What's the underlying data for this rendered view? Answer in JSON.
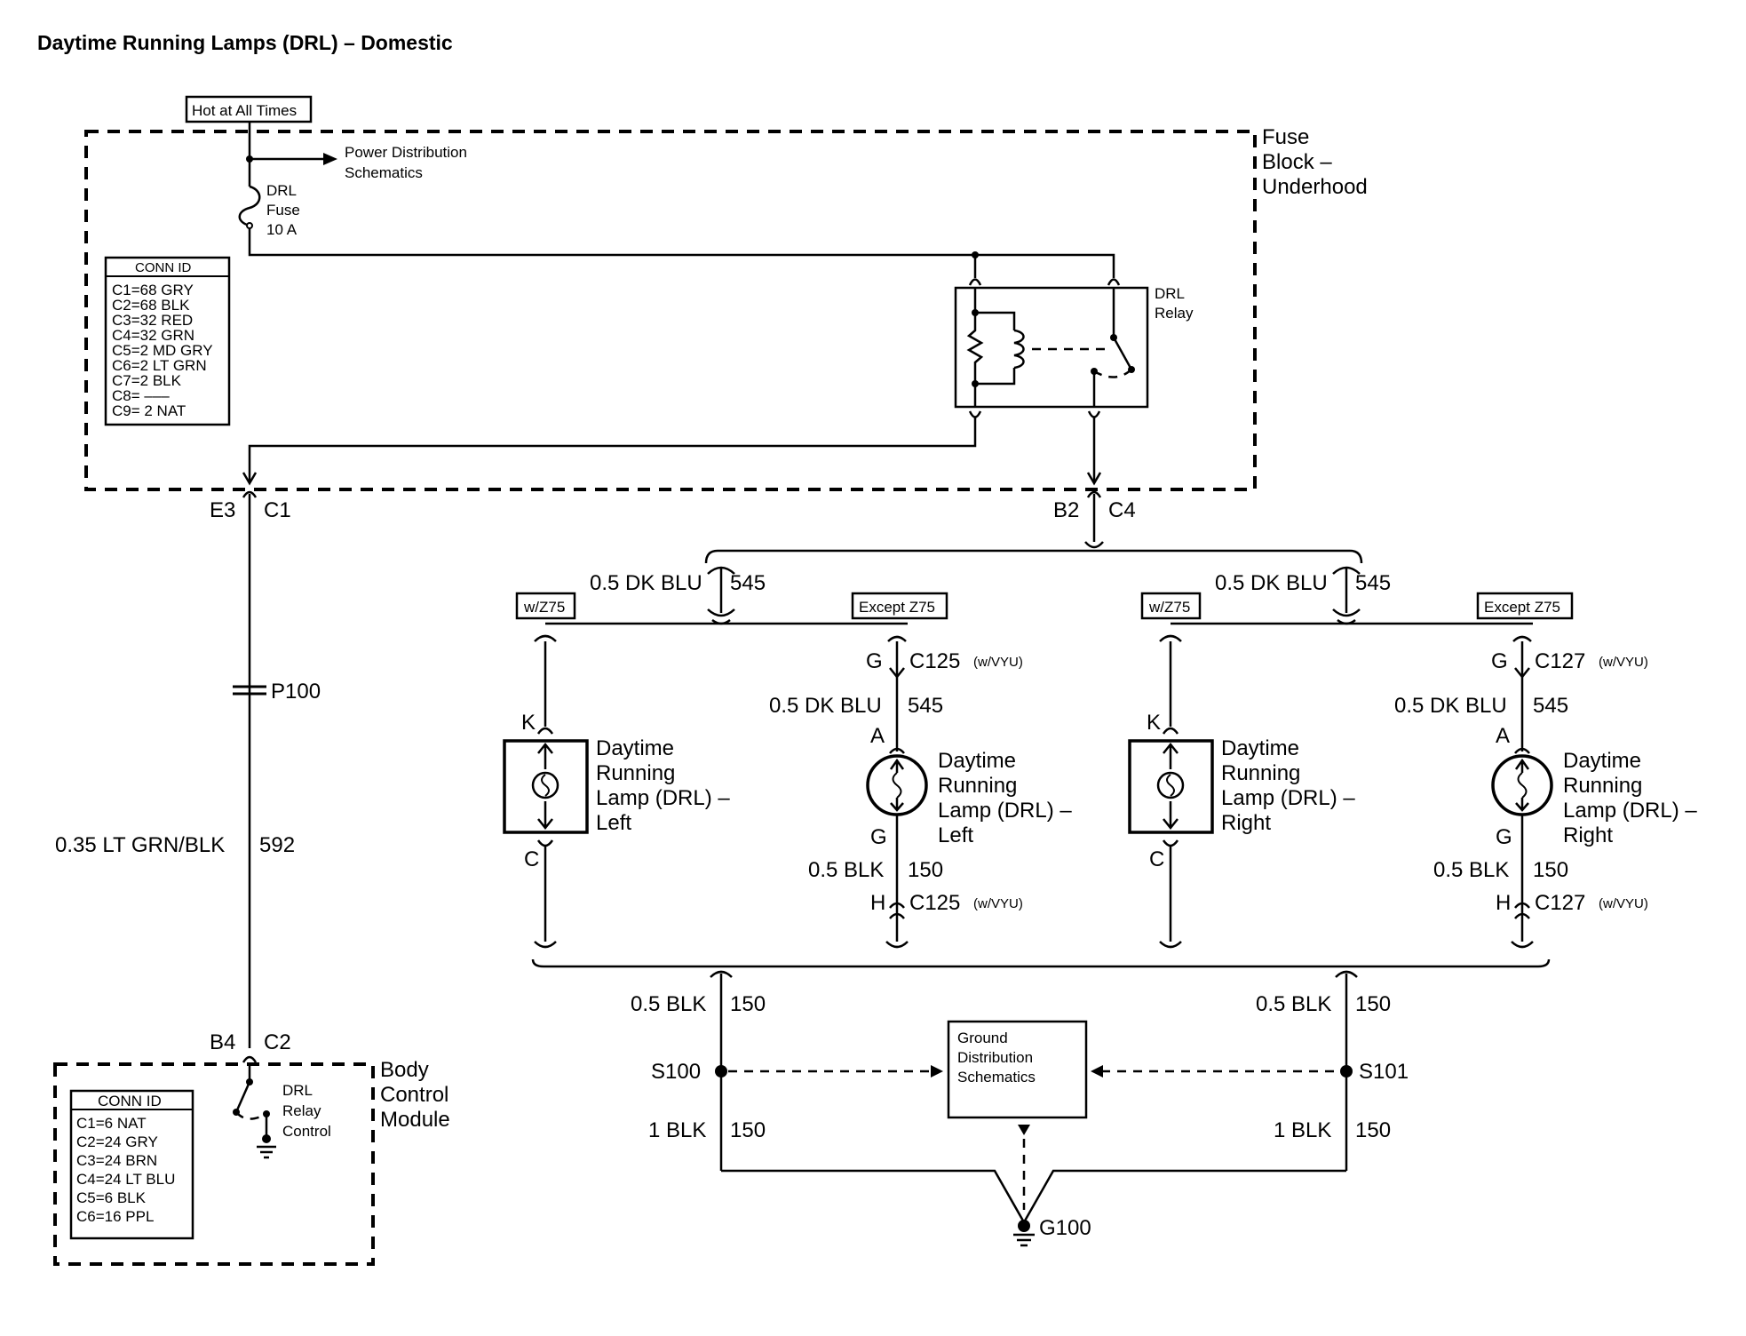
{
  "title": "Daytime Running Lamps (DRL) – Domestic",
  "power": {
    "hot_label": "Hot at All Times",
    "power_dist": [
      "Power Distribution",
      "Schematics"
    ],
    "fuse": [
      "DRL",
      "Fuse",
      "10 A"
    ]
  },
  "fuse_block": {
    "label": [
      "Fuse",
      "Block –",
      "Underhood"
    ],
    "conn_id_header": "CONN ID",
    "conn_ids": [
      "C1=68 GRY",
      "C2=68 BLK",
      "C3=32 RED",
      "C4=32 GRN",
      "C5=2 MD GRY",
      "C6=2 LT GRN",
      "C7=2 BLK",
      "C8= –––",
      "C9= 2 NAT"
    ],
    "relay_label": [
      "DRL",
      "Relay"
    ]
  },
  "connectors": {
    "e3": "E3",
    "c1": "C1",
    "b2": "B2",
    "c4": "C4",
    "p100": "P100",
    "b4": "B4",
    "c2": "C2"
  },
  "wires": {
    "bcm_wire": [
      "0.35 LT GRN/BLK",
      "592"
    ],
    "dk_blu": [
      "0.5 DK BLU",
      "545"
    ],
    "blk_05": [
      "0.5 BLK",
      "150"
    ],
    "blk_1": [
      "1 BLK",
      "150"
    ]
  },
  "options": {
    "wz75": "w/Z75",
    "except_z75": "Except Z75"
  },
  "lamps": {
    "left_name": [
      "Daytime",
      "Running",
      "Lamp (DRL) –",
      "Left"
    ],
    "right_name": [
      "Daytime",
      "Running",
      "Lamp (DRL) –",
      "Right"
    ],
    "pin_k": "K",
    "pin_c": "C",
    "pin_a": "A",
    "pin_g": "G",
    "pin_h": "H",
    "c125": "C125",
    "c127": "C127",
    "vyu": "(w/VYU)"
  },
  "ground": {
    "box": [
      "Ground",
      "Distribution",
      "Schematics"
    ],
    "s100": "S100",
    "s101": "S101",
    "g100": "G100"
  },
  "bcm": {
    "label": [
      "Body",
      "Control",
      "Module"
    ],
    "conn_id_header": "CONN ID",
    "conn_ids": [
      "C1=6 NAT",
      "C2=24 GRY",
      "C3=24 BRN",
      "C4=24 LT BLU",
      "C5=6 BLK",
      "C6=16 PPL"
    ],
    "relay_control": [
      "DRL",
      "Relay",
      "Control"
    ]
  }
}
